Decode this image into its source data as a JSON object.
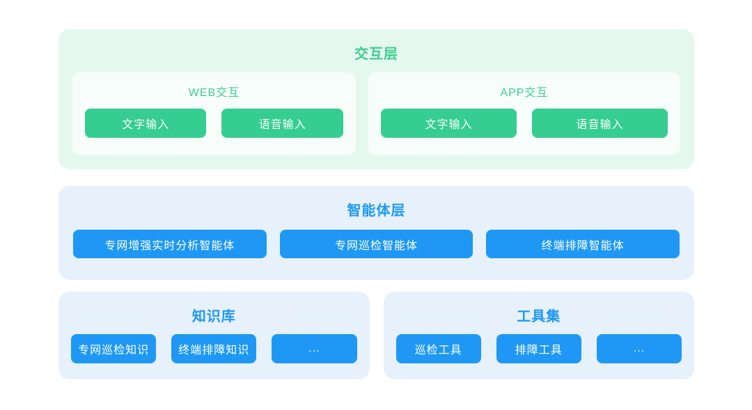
{
  "colors": {
    "green_accent": "#35CD90",
    "green_layer_bg": "#E5F8EF",
    "panel_bg": "#F7FDFB",
    "blue_accent": "#1E98F4",
    "blue_layer_bg": "#E6F1FC",
    "chip_text": "#FFFFFF"
  },
  "layers": {
    "interaction": {
      "title": "交互层",
      "panels": [
        {
          "title": "WEB交互",
          "buttons": [
            "文字输入",
            "语音输入"
          ]
        },
        {
          "title": "APP交互",
          "buttons": [
            "文字输入",
            "语音输入"
          ]
        }
      ]
    },
    "agent": {
      "title": "智能体层",
      "buttons": [
        "专网增强实时分析智能体",
        "专网巡检智能体",
        "终端排障智能体"
      ]
    },
    "knowledge": {
      "title": "知识库",
      "buttons": [
        "专网巡检知识",
        "终端排障知识",
        "..."
      ]
    },
    "tools": {
      "title": "工具集",
      "buttons": [
        "巡检工具",
        "排障工具",
        "..."
      ]
    }
  }
}
